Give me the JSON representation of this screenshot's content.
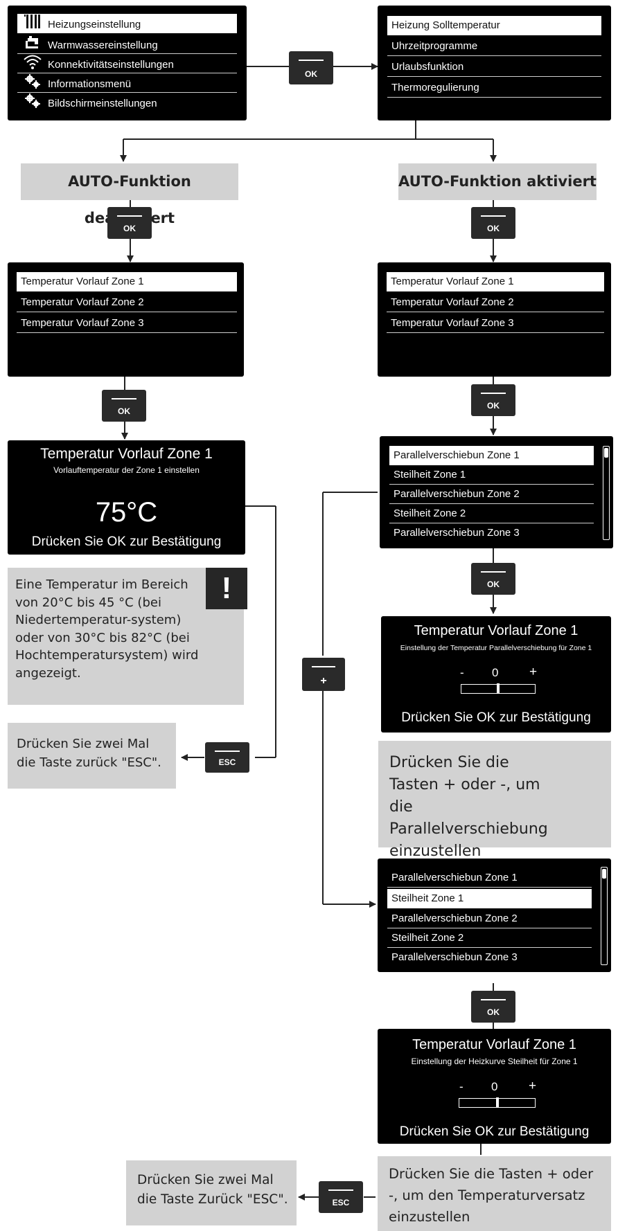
{
  "main_menu": {
    "items": [
      {
        "label": "Heizungseinstellung",
        "icon": "radiator-icon"
      },
      {
        "label": "Warmwassereinstellung",
        "icon": "faucet-icon"
      },
      {
        "label": "Konnektivitätseinstellungen",
        "icon": "wifi-icon"
      },
      {
        "label": "Informationsmenü",
        "icon": "gears-icon"
      },
      {
        "label": "Bildschirmeinstellungen",
        "icon": "gears-icon"
      }
    ]
  },
  "heating_menu": {
    "items": [
      "Heizung Solltemperatur",
      "Uhrzeitprogramme",
      "Urlaubsfunktion",
      "Thermoregulierung"
    ]
  },
  "buttons": {
    "ok": "OK",
    "esc": "ESC",
    "plus": "+"
  },
  "auto_off": {
    "label": "AUTO-Funktion deaktiviert"
  },
  "auto_on": {
    "label": "AUTO-Funktion aktiviert"
  },
  "zone_menu_left": {
    "items": [
      "Temperatur Vorlauf Zone 1",
      "Temperatur Vorlauf Zone 2",
      "Temperatur Vorlauf Zone 3"
    ]
  },
  "zone_menu_right": {
    "items": [
      "Temperatur Vorlauf Zone 1",
      "Temperatur Vorlauf Zone 2",
      "Temperatur Vorlauf Zone 3"
    ]
  },
  "temp_screen": {
    "title": "Temperatur Vorlauf Zone 1",
    "subtitle": "Vorlauftemperatur der Zone 1 einstellen",
    "value": "75°C",
    "confirm": "Drücken Sie OK zur Bestätigung"
  },
  "warning_note": {
    "text": "Eine Temperatur im Bereich von 20°C bis 45 °C (bei Niedertemperatur-system) oder von 30°C bis 82°C (bei Hochtemperatursystem) wird angezeigt.",
    "icon": "exclamation-icon"
  },
  "esc_note_left": {
    "text": "Drücken Sie zwei Mal die Taste zurück \"ESC\"."
  },
  "curve_menu_1": {
    "items": [
      "Parallelverschiebun Zone 1",
      "Steilheit Zone 1",
      "Parallelverschiebun Zone 2",
      "Steilheit Zone 2",
      "Parallelverschiebun Zone 3"
    ]
  },
  "parallel_screen": {
    "title": "Temperatur Vorlauf Zone 1",
    "subtitle": "Einstellung der Temperatur Parallelverschiebung für Zone 1",
    "minus": "-",
    "value": "0",
    "plus": "+",
    "confirm": "Drücken Sie OK zur Bestätigung",
    "slider_level": 0.5
  },
  "parallel_note": {
    "text": "Drücken Sie die Tasten + oder -, um die Parallelverschiebung einzustellen"
  },
  "curve_menu_2": {
    "items": [
      "Parallelverschiebun Zone 1",
      "Steilheit Zone 1",
      "Parallelverschiebun Zone 2",
      "Steilheit Zone 2",
      "Parallelverschiebun Zone 3"
    ]
  },
  "slope_screen": {
    "title": "Temperatur Vorlauf Zone 1",
    "subtitle": "Einstellung der Heizkurve Steilheit für Zone 1",
    "minus": "-",
    "value": "0",
    "plus": "+",
    "confirm": "Drücken Sie OK zur Bestätigung",
    "slider_level": 0.5
  },
  "esc_note_bottom": {
    "text": "Drücken Sie zwei Mal die Taste Zurück \"ESC\"."
  },
  "offset_note": {
    "text": "Drücken Sie die Tasten + oder -, um den Temperaturversatz einzustellen"
  },
  "colors": {
    "screen": "#000000",
    "button": "#2a2a2a",
    "note_bg": "#d2d2d2",
    "line": "#222222"
  }
}
